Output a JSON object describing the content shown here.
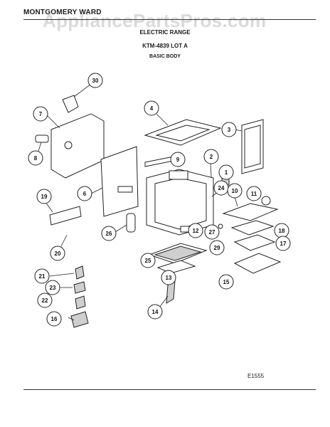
{
  "header": {
    "brand": "MONTGOMERY WARD",
    "watermark": "AppliancePartsPros.com",
    "title": "ELECTRIC RANGE",
    "model": "KTM-4839 LOT A",
    "section": "BASIC BODY"
  },
  "footer": {
    "drawing_code": "E1555"
  },
  "callouts": [
    "30",
    "7",
    "8",
    "4",
    "3",
    "9",
    "2",
    "6",
    "1",
    "24",
    "11",
    "10",
    "19",
    "26",
    "12",
    "27",
    "18",
    "29",
    "17",
    "25",
    "20",
    "13",
    "21",
    "23",
    "15",
    "22",
    "14",
    "16"
  ]
}
